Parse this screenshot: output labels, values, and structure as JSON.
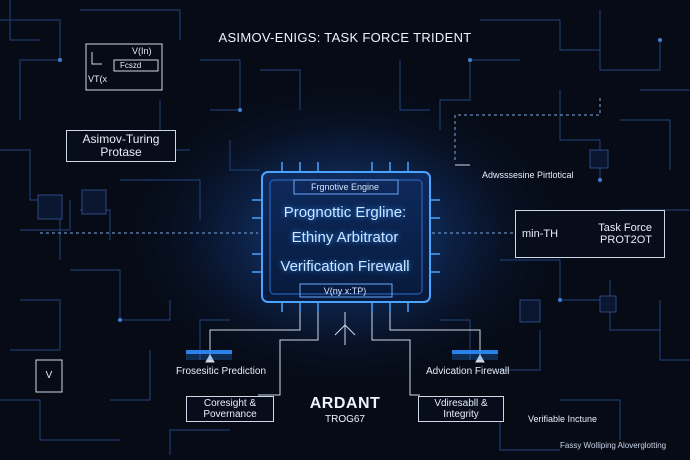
{
  "title": "ASIMOV-ENIGS: TASK FORCE TRIDENT",
  "chip": {
    "header": "Frgnotive Engine",
    "line1": "Prognottic Ergline:",
    "line2": "Ethiny Arbitrator",
    "line3": "Verification Firewall",
    "footer": "V(ny x:TP)"
  },
  "left_box": {
    "line1": "Asimov-Turing",
    "line2": "Protase"
  },
  "top_left_widget": {
    "line1": "V(In)",
    "line2": "Fcszd",
    "line3": "VT(x"
  },
  "right_box": {
    "line1": "Task Force",
    "line2": "PROT2OT"
  },
  "right_link_label": "min-TH",
  "right_annotation": "Adwsssesine Pirtlotical",
  "bottom": {
    "left_label": "Frosesitic Prediction",
    "right_label": "Advication Firewall",
    "box_left": {
      "line1": "Coresight &",
      "line2": "Povernance"
    },
    "box_right": {
      "line1": "Vdiresabll &",
      "line2": "Integrity"
    },
    "brand_main": "ARDANT",
    "brand_sub": "TROG67",
    "verifiable": "Verifiable Inctune",
    "watermark": "Fassy Wolliping Aloverglotting",
    "v_badge": "V"
  },
  "colors": {
    "background": "#060b16",
    "glow": "#2d8cff",
    "trace": "#1e3b6e",
    "text": "#e8eef8"
  }
}
